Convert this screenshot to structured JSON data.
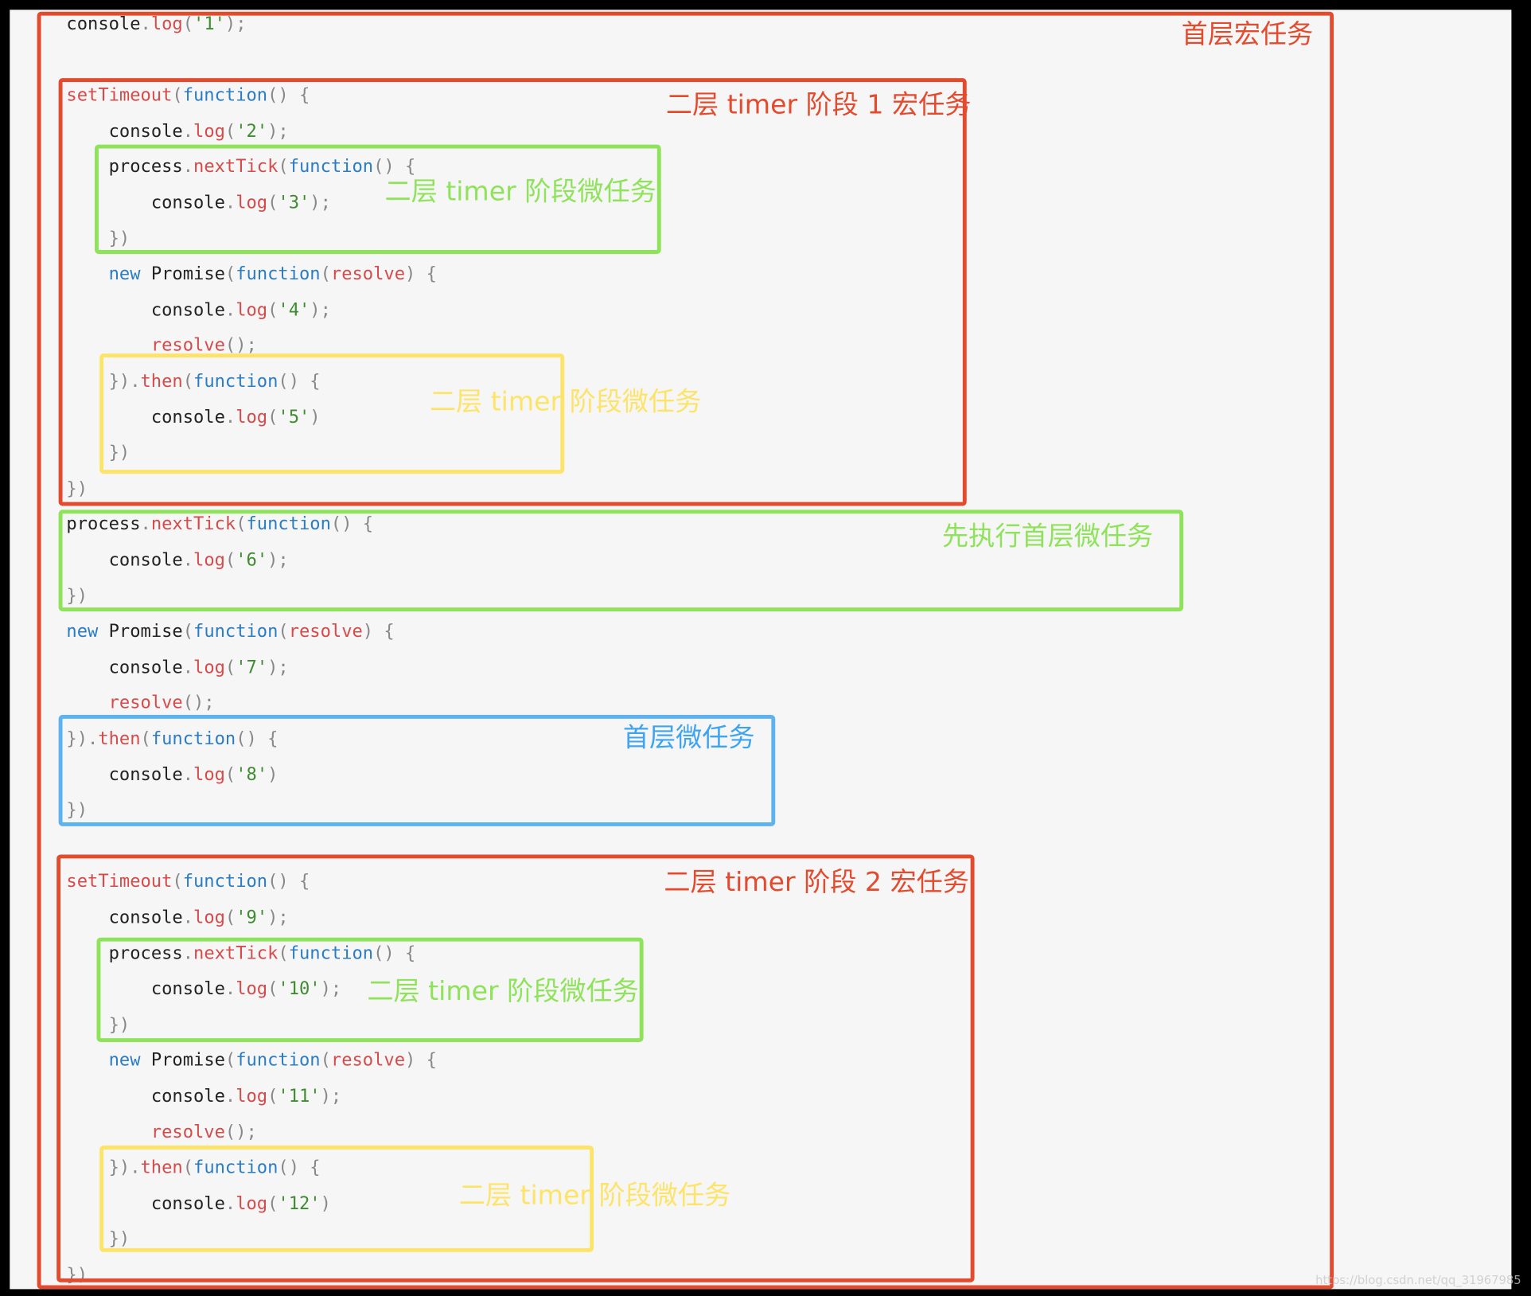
{
  "code_lines": [
    "console.log('1');",
    "",
    "setTimeout(function() {",
    "    console.log('2');",
    "    process.nextTick(function() {",
    "        console.log('3');",
    "    })",
    "    new Promise(function(resolve) {",
    "        console.log('4');",
    "        resolve();",
    "    }).then(function() {",
    "        console.log('5')",
    "    })",
    "})",
    "process.nextTick(function() {",
    "    console.log('6');",
    "})",
    "new Promise(function(resolve) {",
    "    console.log('7');",
    "    resolve();",
    "}).then(function() {",
    "    console.log('8')",
    "})",
    "",
    "setTimeout(function() {",
    "    console.log('9');",
    "    process.nextTick(function() {",
    "        console.log('10');",
    "    })",
    "    new Promise(function(resolve) {",
    "        console.log('11');",
    "        resolve();",
    "    }).then(function() {",
    "        console.log('12')",
    "    })",
    "})"
  ],
  "labels": {
    "top_macro": "首层宏任务",
    "timer1_macro": "二层 timer 阶段 1 宏任务",
    "timer1_nexttick_micro": "二层 timer 阶段微任务",
    "timer1_then_micro": "二层 timer 阶段微任务",
    "first_tick_micro": "先执行首层微任务",
    "first_then_micro": "首层微任务",
    "timer2_macro": "二层 timer 阶段 2 宏任务",
    "timer2_nexttick_micro": "二层 timer 阶段微任务",
    "timer2_then_micro": "二层 timer 阶段微任务"
  },
  "watermark": "https://blog.csdn.net/qq_31967985",
  "colors": {
    "macro": "#e34b2e",
    "nexttick_micro": "#8fe35a",
    "then_micro": "#fde468",
    "first_micro": "#5cb3f0"
  }
}
